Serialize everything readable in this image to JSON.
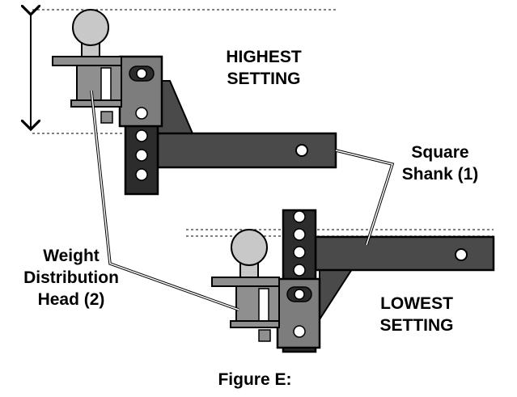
{
  "labels": {
    "highest_setting": [
      "HIGHEST",
      "SETTING"
    ],
    "lowest_setting": [
      "LOWEST",
      "SETTING"
    ],
    "square_shank": [
      "Square",
      "Shank (1)"
    ],
    "weight_distribution_head": [
      "Weight",
      "Distribution",
      "Head (2)"
    ]
  },
  "caption": "Figure E:",
  "colors": {
    "ball": "#c8c8c8",
    "head": "#8f8f8f",
    "bracket": "#7d7d7d",
    "shank": "#4a4a4a",
    "bar": "#2c2c2c",
    "outline": "#000000"
  }
}
